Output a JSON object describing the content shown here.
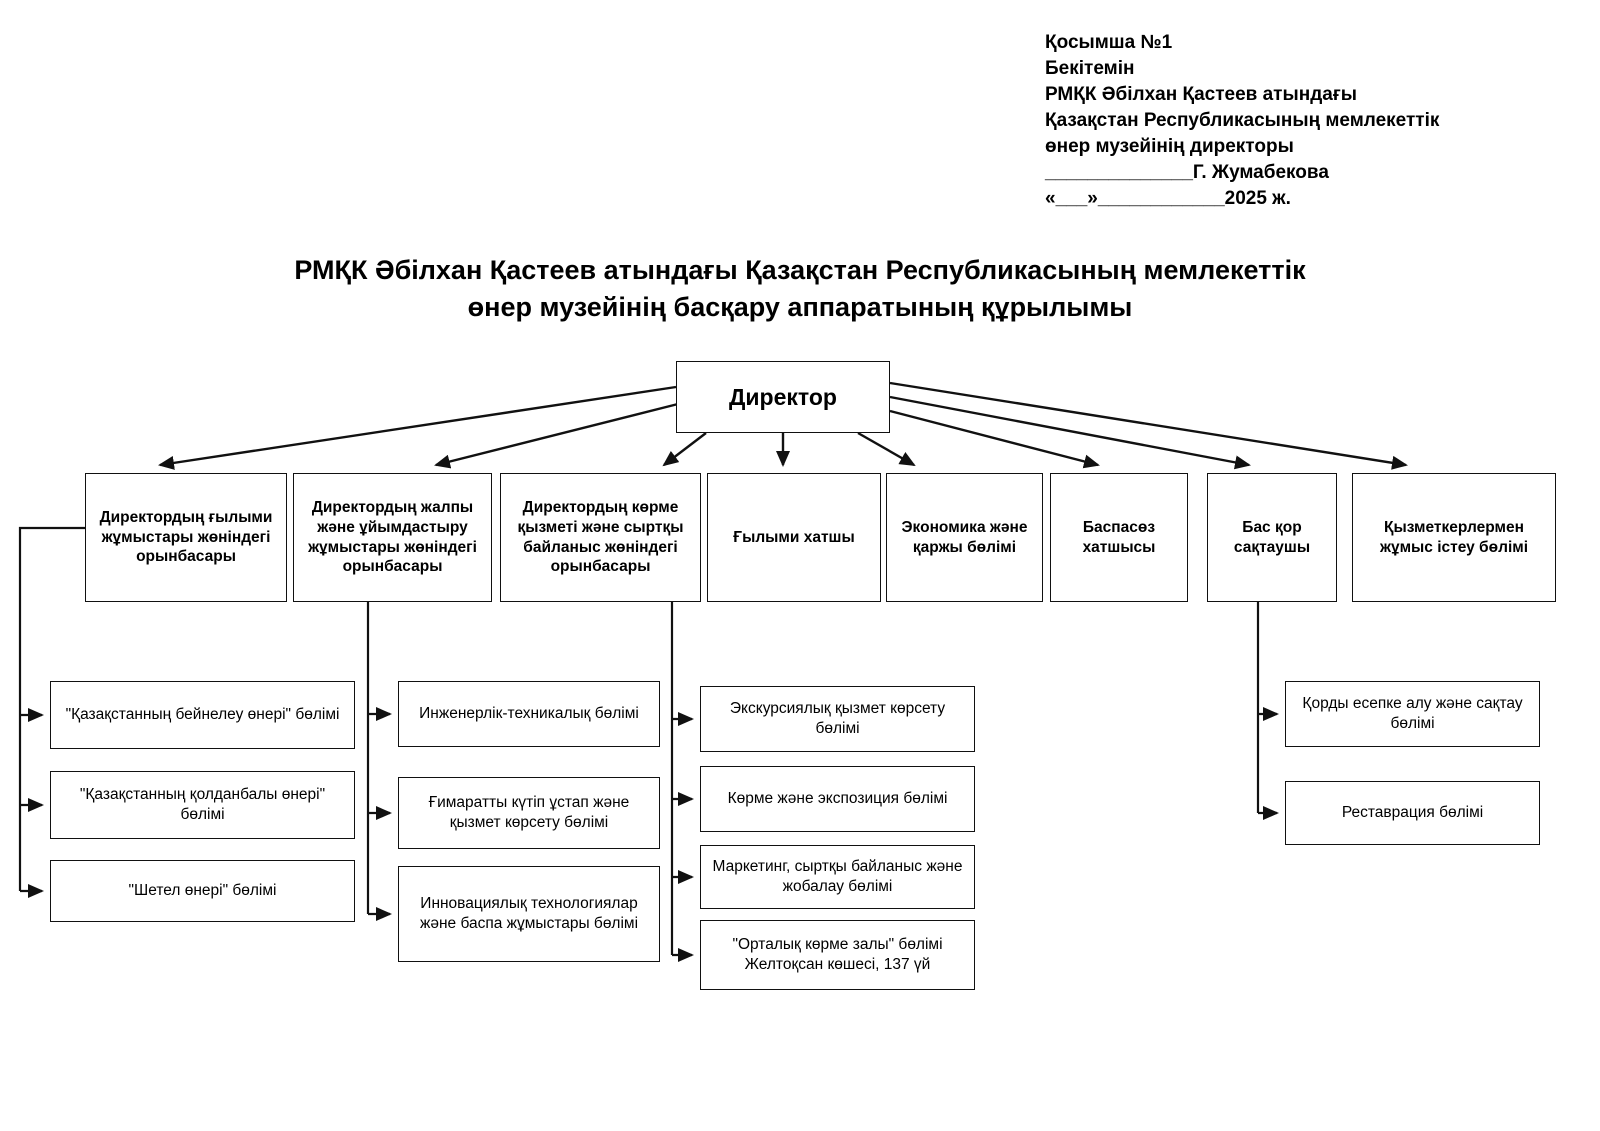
{
  "approval": {
    "lines": [
      "Қосымша №1",
      "Бекітемін",
      "РМҚК Әбілхан Қастеев атындағы",
      "Қазақстан Республикасының мемлекеттік",
      "өнер музейінің директоры",
      "______________Г. Жумабекова",
      "«___»____________2025 ж."
    ]
  },
  "title": {
    "line1": "РМҚК Әбілхан Қастеев атындағы Қазақстан Республикасының мемлекеттік",
    "line2": "өнер музейінің басқару аппаратының құрылымы"
  },
  "org": {
    "director": "Директор",
    "level1": [
      "Директордың ғылыми жұмыстары жөніндегі орынбасары",
      "Директордың жалпы және ұйымдастыру жұмыстары жөніндегі орынбасары",
      "Директордың көрме қызметі және сыртқы байланыс жөніндегі орынбасары",
      "Ғылыми хатшы",
      "Экономика және қаржы бөлімі",
      "Баспасөз хатшысы",
      "Бас қор сақтаушы",
      "Қызметкерлермен жұмыс істеу бөлімі"
    ],
    "science_departments": [
      "\"Қазақстанның бейнелеу өнері\" бөлімі",
      "\"Қазақстанның қолданбалы өнері\" бөлімі",
      "\"Шетел өнері\" бөлімі"
    ],
    "general_departments": [
      "Инженерлік-техникалық бөлімі",
      "Ғимаратты күтіп ұстап және қызмет көрсету бөлімі",
      "Инновациялық технологиялар және баспа жұмыстары бөлімі"
    ],
    "exhibition_departments": [
      "Экскурсиялық қызмет көрсету бөлімі",
      "Көрме және экспозиция бөлімі",
      "Маркетинг, сыртқы байланыс және жобалау бөлімі",
      "\"Орталық көрме залы\" бөлімі Желтоқсан көшесі, 137 үй"
    ],
    "custodian_departments": [
      "Қорды есепке алу және сақтау бөлімі",
      "Реставрация бөлімі"
    ]
  }
}
